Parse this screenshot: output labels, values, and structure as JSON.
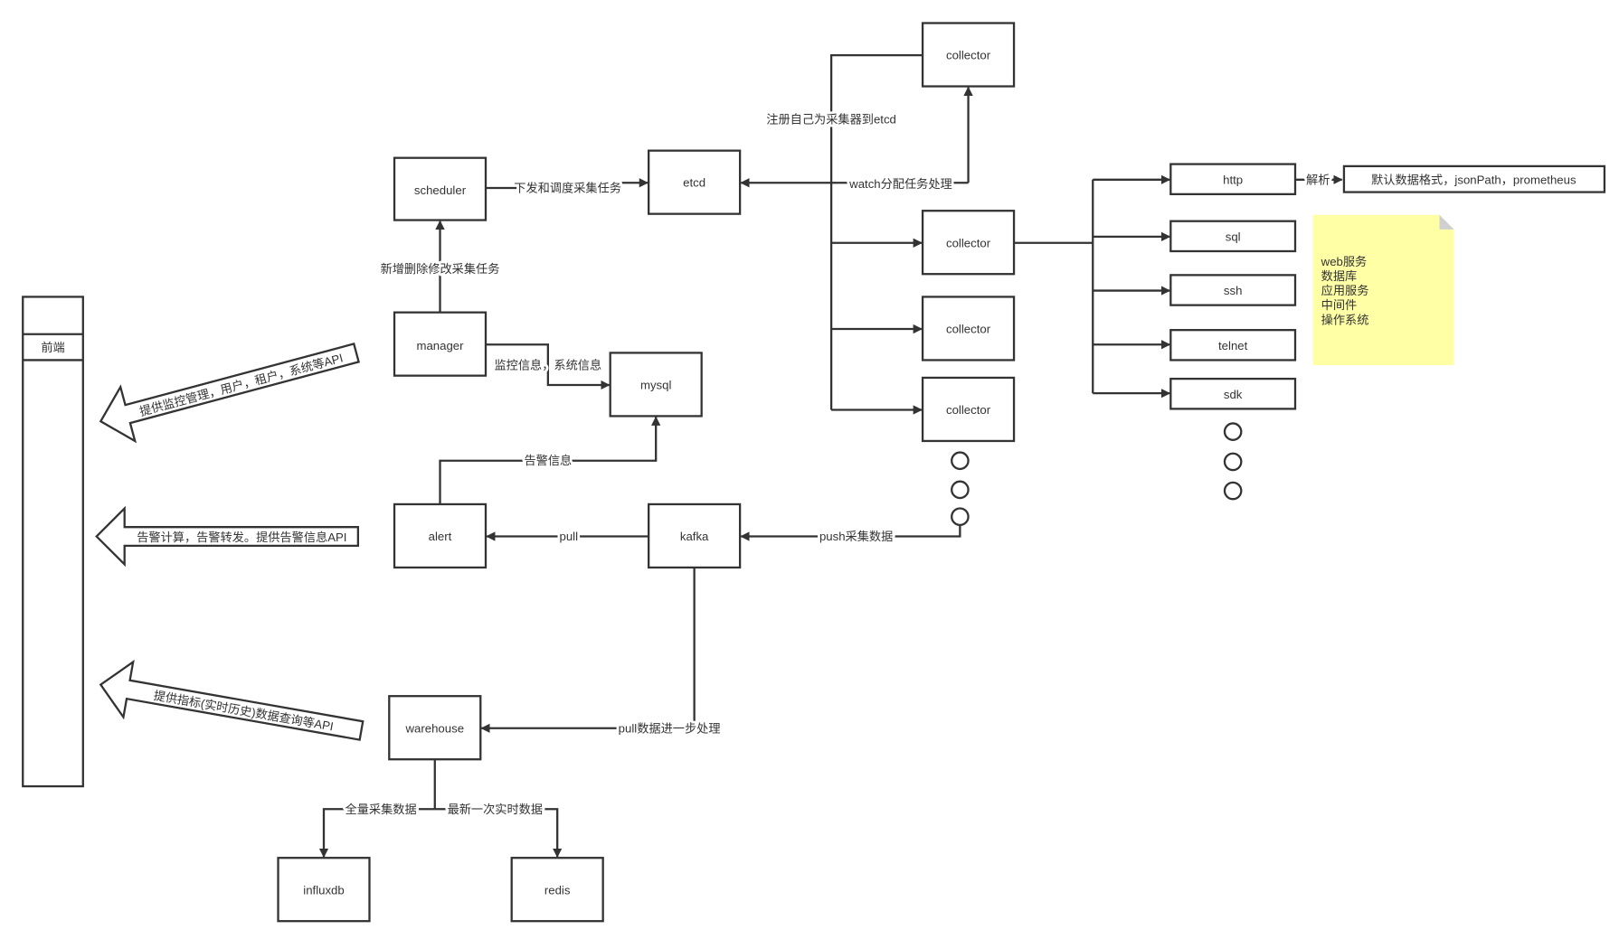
{
  "nodes": {
    "collector_top": "collector",
    "scheduler": "scheduler",
    "etcd": "etcd",
    "collector_1": "collector",
    "collector_2": "collector",
    "collector_3": "collector",
    "manager": "manager",
    "mysql": "mysql",
    "alert": "alert",
    "kafka": "kafka",
    "warehouse": "warehouse",
    "influxdb": "influxdb",
    "redis": "redis",
    "http": "http",
    "sql": "sql",
    "ssh": "ssh",
    "telnet": "telnet",
    "sdk": "sdk",
    "default_format": "默认数据格式，jsonPath，prometheus",
    "frontend": "前端"
  },
  "edges": {
    "register": "注册自己为采集器到etcd",
    "watch": "watch分配任务处理",
    "dispatch": "下发和调度采集任务",
    "crud": "新增删除修改采集任务",
    "monitor_info": "监控信息，系统信息",
    "alert_info": "告警信息",
    "pull": "pull",
    "push": "push采集数据",
    "pull_process": "pull数据进一步处理",
    "full_data": "全量采集数据",
    "latest_data": "最新一次实时数据",
    "parse": "解析"
  },
  "api_arrows": {
    "manager_api": "提供监控管理，用户，租户，系统等API",
    "alert_api": "告警计算，告警转发。提供告警信息API",
    "warehouse_api": "提供指标(实时历史)数据查询等API"
  },
  "note": {
    "lines": [
      "web服务",
      "数据库",
      "应用服务",
      "中间件",
      "操作系统"
    ],
    "color": "#ffffa6"
  }
}
